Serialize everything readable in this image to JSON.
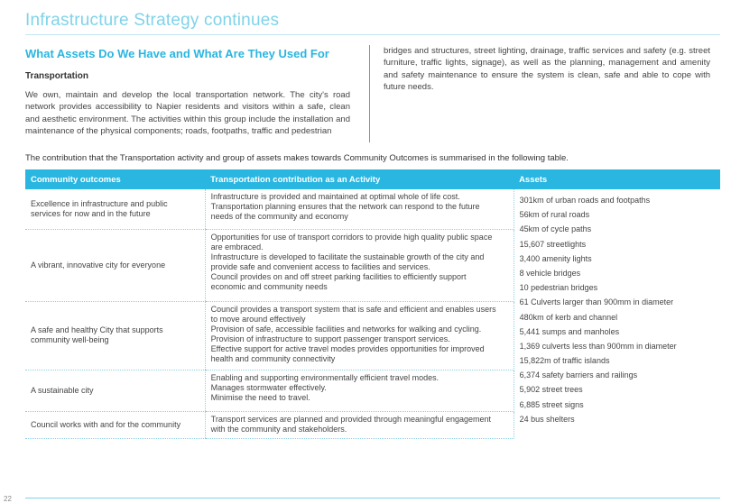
{
  "header": {
    "title": "Infrastructure Strategy continues"
  },
  "section": {
    "heading": "What Assets Do We Have and What Are They Used For",
    "subheading": "Transportation",
    "paragraph_left": "We own, maintain and develop the local transportation network. The city's road network provides accessibility to Napier residents and visitors within a safe, clean and aesthetic environment. The activities within this group include the installation and maintenance of the physical components; roads, footpaths, traffic and pedestrian",
    "paragraph_right": "bridges and structures, street lighting, drainage, traffic services and safety (e.g. street furniture, traffic lights, signage), as well as the planning, management and amenity and safety maintenance to ensure the system is clean, safe and able to cope with future needs.",
    "intro": "The contribution that the Transportation activity and group of assets makes towards Community Outcomes is summarised in the following table."
  },
  "table": {
    "headers": [
      "Community outcomes",
      "Transportation contribution as an Activity",
      "Assets"
    ],
    "rows": [
      {
        "outcome": "Excellence in infrastructure and public services for now and in the future",
        "contribution": [
          "Infrastructure is provided and maintained at optimal whole of life cost.",
          "Transportation planning ensures that the network can respond to the future",
          "needs of the community and economy"
        ]
      },
      {
        "outcome": "A vibrant, innovative city for everyone",
        "contribution": [
          "Opportunities for use of transport corridors to provide high quality public space",
          "are embraced.",
          "Infrastructure is developed to facilitate the sustainable growth of the city and",
          "provide safe and convenient access to facilities and services.",
          "Council provides on and off street parking facilities to efficiently support",
          "economic and community needs"
        ]
      },
      {
        "outcome": "A safe and healthy City that supports community well-being",
        "contribution": [
          "Council provides a transport system that is safe and efficient and enables users",
          "to move around effectively",
          "Provision of safe, accessible facilities and networks for walking and cycling.",
          "Provision of infrastructure to support passenger transport services.",
          "Effective support for active travel modes provides opportunities for improved",
          "health and community connectivity"
        ]
      },
      {
        "outcome": "A sustainable city",
        "contribution": [
          "Enabling and supporting environmentally efficient travel modes.",
          "Manages stormwater effectively.",
          "Minimise the need to travel."
        ]
      },
      {
        "outcome": "Council works with and for the community",
        "contribution": [
          "Transport services are planned and provided through meaningful engagement",
          "with the community and stakeholders."
        ]
      }
    ],
    "assets": [
      "301km of urban roads and footpaths",
      "56km of rural roads",
      "45km of cycle paths",
      "15,607 streetlights",
      "3,400 amenity lights",
      "8 vehicle bridges",
      "10 pedestrian bridges",
      "61 Culverts larger than 900mm in diameter",
      "480km of kerb and channel",
      "5,441 sumps and manholes",
      "1,369 culverts less than 900mm in diameter",
      "15,822m of traffic islands",
      "6,374 safety barriers and railings",
      "5,902 street trees",
      "6,885 street signs",
      "24 bus shelters"
    ]
  },
  "footer": {
    "page_number": "22"
  }
}
